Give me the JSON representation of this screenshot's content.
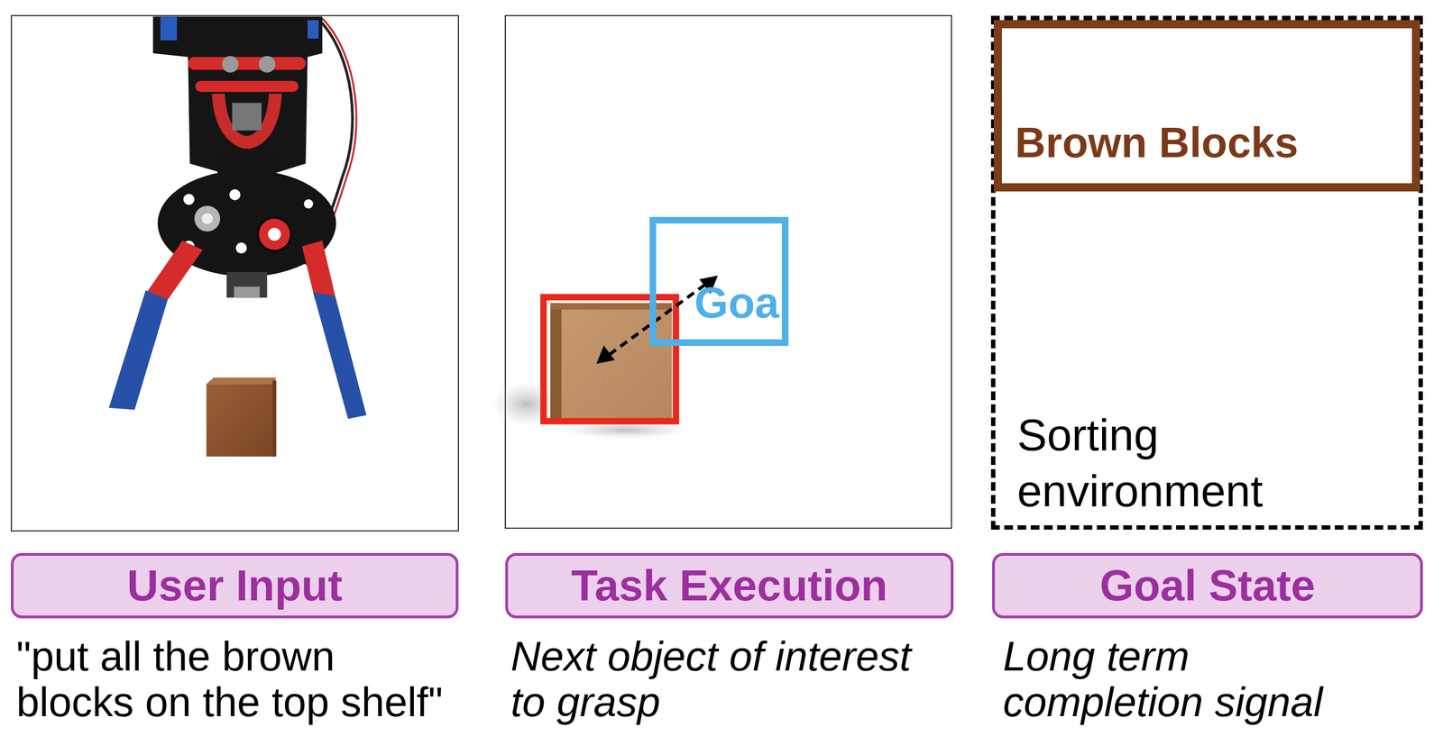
{
  "diagram": {
    "nodes": [
      {
        "text": [
          "Goal"
        ]
      },
      {
        "text": [
          "Sorting environment"
        ]
      },
      {
        "text": [
          "Brown Blocks"
        ],
        "in": 1
      },
      {
        "text": [
          "User Input"
        ]
      },
      {
        "text": [
          "Task Execution"
        ]
      },
      {
        "text": [
          "Goal State"
        ]
      }
    ],
    "labels": [
      "\"put all the brown blocks on the top shelf\"",
      "Next object of interest to grasp",
      "Long term completion signal"
    ]
  }
}
